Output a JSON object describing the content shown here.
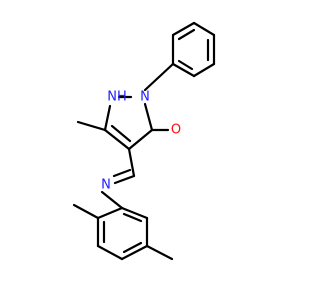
{
  "molecule": {
    "atoms": {
      "nh": "NH",
      "n_ring": "N",
      "oxygen": "O",
      "n_imine": "N"
    },
    "colors": {
      "nitrogen": "#1f1fff",
      "oxygen": "#ff0d0d",
      "bond": "#000000",
      "background": "#ffffff"
    }
  }
}
